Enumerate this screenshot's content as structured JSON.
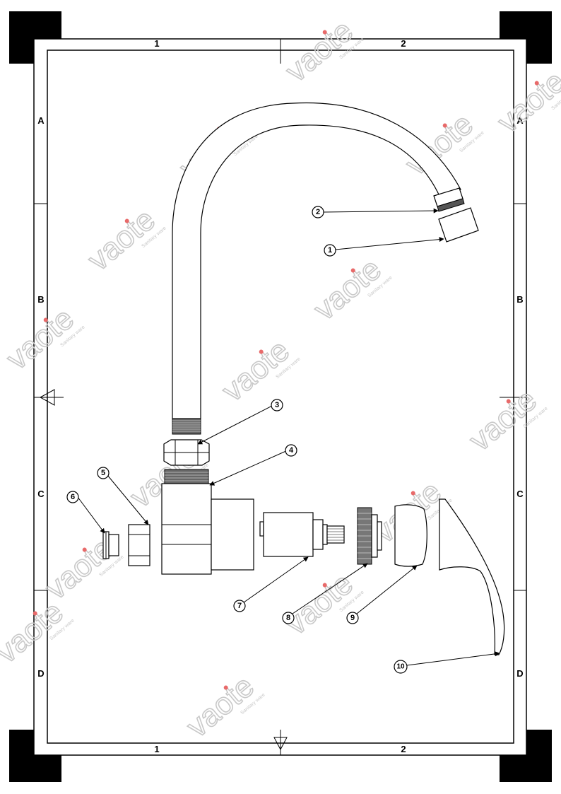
{
  "grid": {
    "columns": [
      "1",
      "2"
    ],
    "rows": [
      "A",
      "B",
      "C",
      "D"
    ]
  },
  "watermark": {
    "brand": "vaote",
    "tagline": "Sanitary ware"
  },
  "callouts": [
    {
      "id": "1"
    },
    {
      "id": "2"
    },
    {
      "id": "3"
    },
    {
      "id": "4"
    },
    {
      "id": "5"
    },
    {
      "id": "6"
    },
    {
      "id": "7"
    },
    {
      "id": "8"
    },
    {
      "id": "9"
    },
    {
      "id": "10"
    }
  ],
  "colors": {
    "line": "#000000",
    "watermark": "#c9c9c9",
    "watermark_dot": "#e86a6a"
  }
}
